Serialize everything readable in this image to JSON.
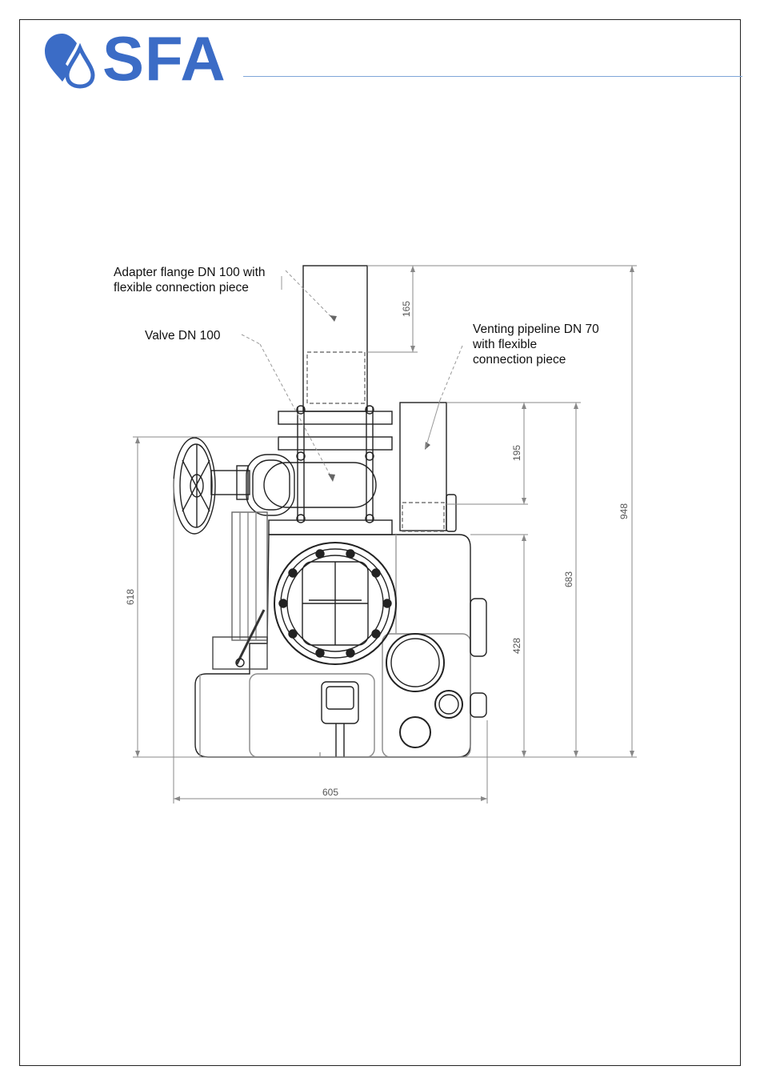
{
  "brand": {
    "logo_text": "SFA",
    "color": "#3b6cc6",
    "icon": "water-drop-icon"
  },
  "callouts": {
    "adapter_flange": [
      "Adapter flange DN 100 with",
      "flexible connection piece"
    ],
    "valve": "Valve DN 100",
    "venting_pipeline": [
      "Venting pipeline DN 70",
      "with flexible",
      "connection piece"
    ]
  },
  "dimensions": {
    "d165": "165",
    "d195": "195",
    "d948": "948",
    "d618": "618",
    "d683": "683",
    "d428": "428",
    "d605": "605"
  }
}
